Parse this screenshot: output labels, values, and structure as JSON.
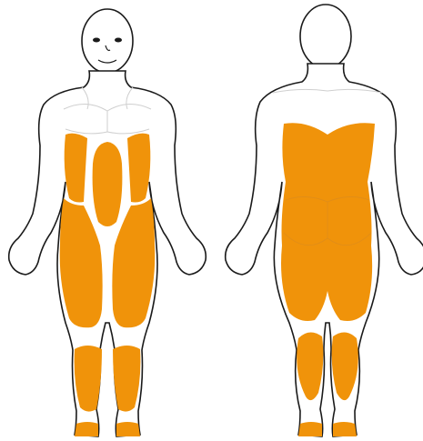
{
  "figure": {
    "views": [
      {
        "name": "front"
      },
      {
        "name": "back"
      }
    ]
  },
  "colors": {
    "highlight": "#f0930a",
    "outline": "#1a1a1a",
    "skin": "#ffffff",
    "inner_line": "#cfcfcf"
  },
  "highlighted_muscles": {
    "front": [
      "abdominals",
      "obliques",
      "quadriceps",
      "tibialis",
      "feet"
    ],
    "back": [
      "lower-back",
      "glutes",
      "hamstrings",
      "calves",
      "feet"
    ]
  }
}
